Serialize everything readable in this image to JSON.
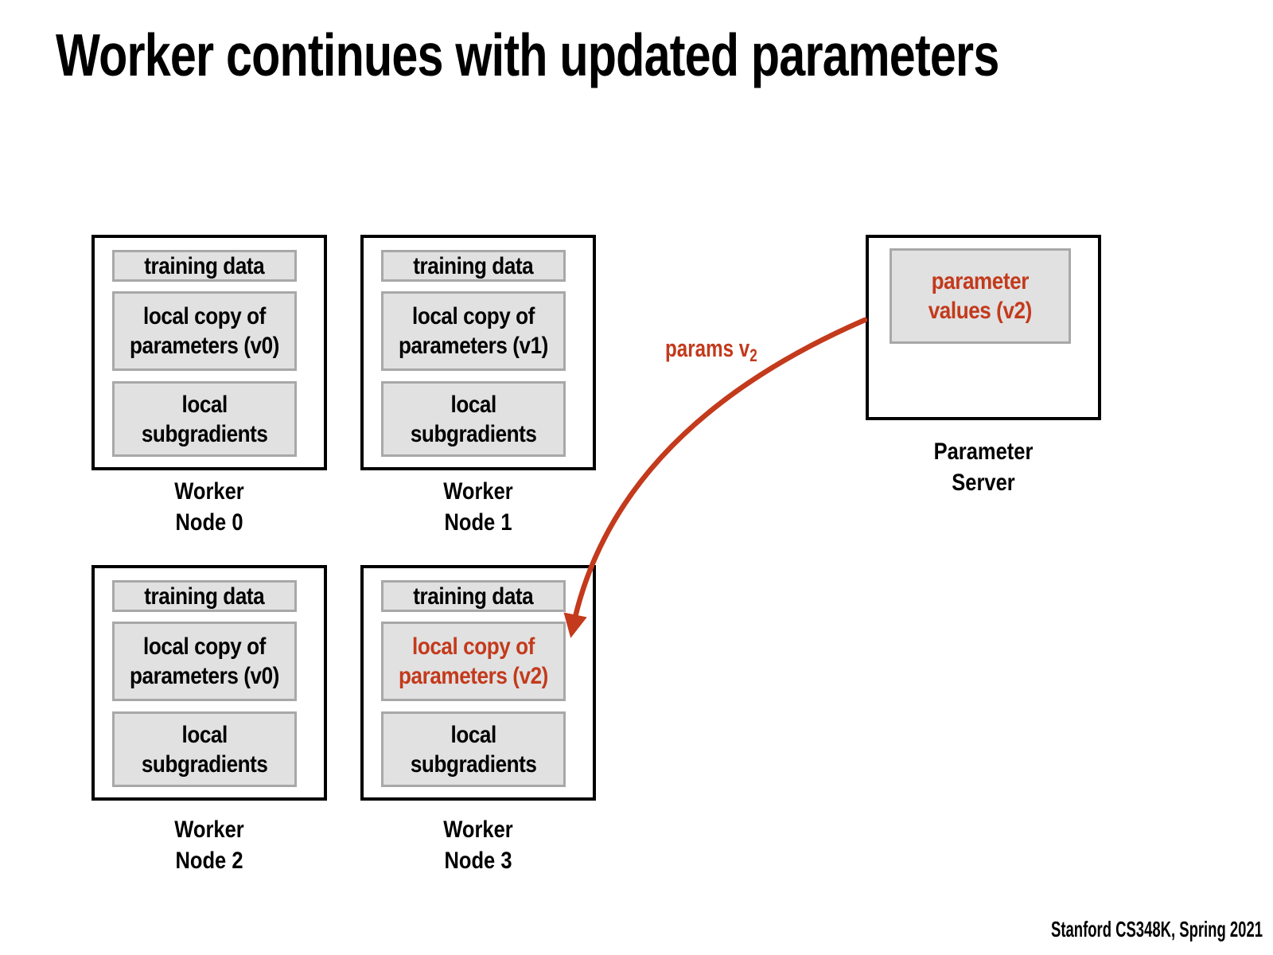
{
  "title": "Worker continues with updated parameters",
  "footer": "Stanford CS348K, Spring 2021",
  "colors": {
    "red": "#c33a1c",
    "cell_fill": "#e1e1e1",
    "cell_border": "#a8a8a8",
    "node_border": "#000000",
    "black": "#000000"
  },
  "arrow": {
    "label": "params v",
    "label_sub": "2"
  },
  "param_server": {
    "cell_text": "parameter\nvalues (v2)",
    "cell_color": "#c33a1c",
    "label_line1": "Parameter",
    "label_line2": "Server"
  },
  "workers": [
    {
      "label_line1": "Worker",
      "label_line2": "Node 0",
      "cells": [
        {
          "text": "training data",
          "color": "#000000"
        },
        {
          "text": "local copy of\nparameters (v0)",
          "color": "#000000"
        },
        {
          "text": "local\nsubgradients",
          "color": "#000000"
        }
      ]
    },
    {
      "label_line1": "Worker",
      "label_line2": "Node 1",
      "cells": [
        {
          "text": "training data",
          "color": "#000000"
        },
        {
          "text": "local copy of\nparameters (v1)",
          "color": "#000000"
        },
        {
          "text": "local\nsubgradients",
          "color": "#000000"
        }
      ]
    },
    {
      "label_line1": "Worker",
      "label_line2": "Node 2",
      "cells": [
        {
          "text": "training data",
          "color": "#000000"
        },
        {
          "text": "local copy of\nparameters (v0)",
          "color": "#000000"
        },
        {
          "text": "local\nsubgradients",
          "color": "#000000"
        }
      ]
    },
    {
      "label_line1": "Worker",
      "label_line2": "Node 3",
      "cells": [
        {
          "text": "training data",
          "color": "#000000"
        },
        {
          "text": "local copy of\nparameters (v2)",
          "color": "#c33a1c"
        },
        {
          "text": "local\nsubgradients",
          "color": "#000000"
        }
      ]
    }
  ]
}
